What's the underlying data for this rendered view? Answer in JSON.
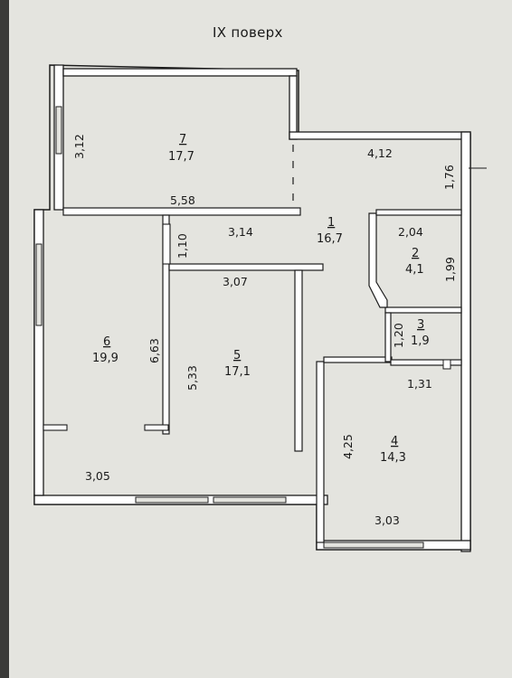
{
  "floor_title": "IX поверх",
  "colors": {
    "wall": "#1c1c1c",
    "paper": "#e4e4df",
    "fill": "#ffffff"
  },
  "rooms": [
    {
      "number": "1",
      "area": "16,7"
    },
    {
      "number": "2",
      "area": "4,1"
    },
    {
      "number": "3",
      "area": "1,9"
    },
    {
      "number": "4",
      "area": "14,3"
    },
    {
      "number": "5",
      "area": "17,1"
    },
    {
      "number": "6",
      "area": "19,9"
    },
    {
      "number": "7",
      "area": "17,7"
    }
  ],
  "dimensions": {
    "r7_height": "3,12",
    "r7_width": "5,58",
    "corridor_top": "4,12",
    "corridor_right": "1,76",
    "corridor_mid": "3,14",
    "corridor_small": "1,10",
    "r2_width": "2,04",
    "r2_height": "1,99",
    "r3_height": "1,20",
    "r3_width": "1,31",
    "r5_width": "3,07",
    "r5_height": "5,33",
    "r6_height": "6,63",
    "r6_width": "3,05",
    "r4_height": "4,25",
    "r4_width": "3,03"
  }
}
